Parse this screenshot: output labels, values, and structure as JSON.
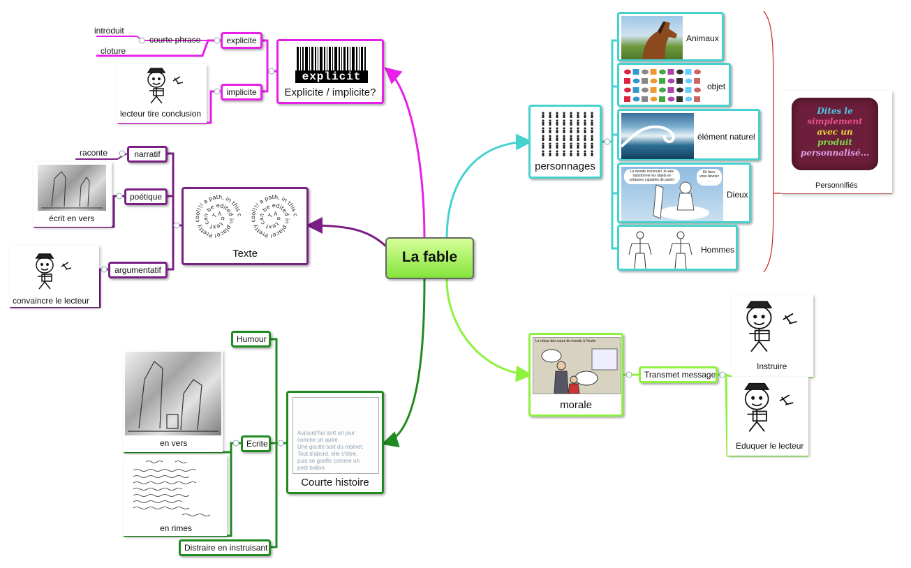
{
  "root": {
    "label": "La fable"
  },
  "explicite_branch": {
    "node": {
      "label": "Explicite / implicite?",
      "image_text": "explicit"
    },
    "explicite": {
      "label": "explicite"
    },
    "implicite": {
      "label": "implicite"
    },
    "courte_phrase": {
      "label": "courte phrase"
    },
    "introduit": {
      "label": "introduit"
    },
    "cloture": {
      "label": "cloture"
    },
    "lecteur": {
      "label": "lecteur tire conclusion"
    }
  },
  "texte_branch": {
    "node": {
      "label": "Texte",
      "spiral_text": "The text can be edited in place! Pretty cool!!! a path, in this case a spiral path."
    },
    "narratif": {
      "label": "narratif"
    },
    "raconte": {
      "label": "raconte"
    },
    "poetique": {
      "label": "poétique"
    },
    "ecrit_vers": {
      "label": "écrit en vers"
    },
    "argumentatif": {
      "label": "argumentatif"
    },
    "convaincre": {
      "label": "convaincre le lecteur"
    }
  },
  "histoire_branch": {
    "node": {
      "label": "Courte histoire",
      "image_lines": [
        "Aujourd'hui sort un jour",
        "comme un autre.",
        "Une goutte sort du robinet.",
        "Tout d'abord, elle s'étire,",
        "puis se gonfle comme un",
        "petit ballon."
      ]
    },
    "humour": {
      "label": "Humour"
    },
    "ecrite": {
      "label": "Ecrite"
    },
    "en_vers": {
      "label": "en vers"
    },
    "en_rimes": {
      "label": "en rimes"
    },
    "distraire": {
      "label": "Distraire en instruisant"
    }
  },
  "personnages_branch": {
    "node": {
      "label": "personnages"
    },
    "animaux": {
      "label": "Animaux"
    },
    "objet": {
      "label": "objet"
    },
    "element": {
      "label": "élément naturel"
    },
    "dieux": {
      "label": "Dieux",
      "bubble_left": "Le monde m'ennuie! Je vais transformer les objets en créatures capables de parler!",
      "bubble_right": "Eh bien, vous devriez ..."
    },
    "hommes": {
      "label": "Hommes"
    },
    "personnifies": {
      "label": "Personnifiés",
      "pillow_text": [
        "Dites le",
        "simplement",
        "avec un",
        "produit",
        "personnalisé..."
      ]
    }
  },
  "morale_branch": {
    "node": {
      "label": "morale",
      "comic_title": "Le retour des cours de morale à l'école"
    },
    "transmet": {
      "label": "Transmet message"
    },
    "instruire": {
      "label": "Instruire"
    },
    "eduquer": {
      "label": "Eduquer le lecteur"
    }
  },
  "colors": {
    "magenta": "#e620e6",
    "purple": "#7a1f84",
    "green_dark": "#1f8a1f",
    "cyan": "#45d2cf",
    "lime": "#8ef23c",
    "root_fill": "#84e43a",
    "red_bracket": "#cc2222"
  }
}
